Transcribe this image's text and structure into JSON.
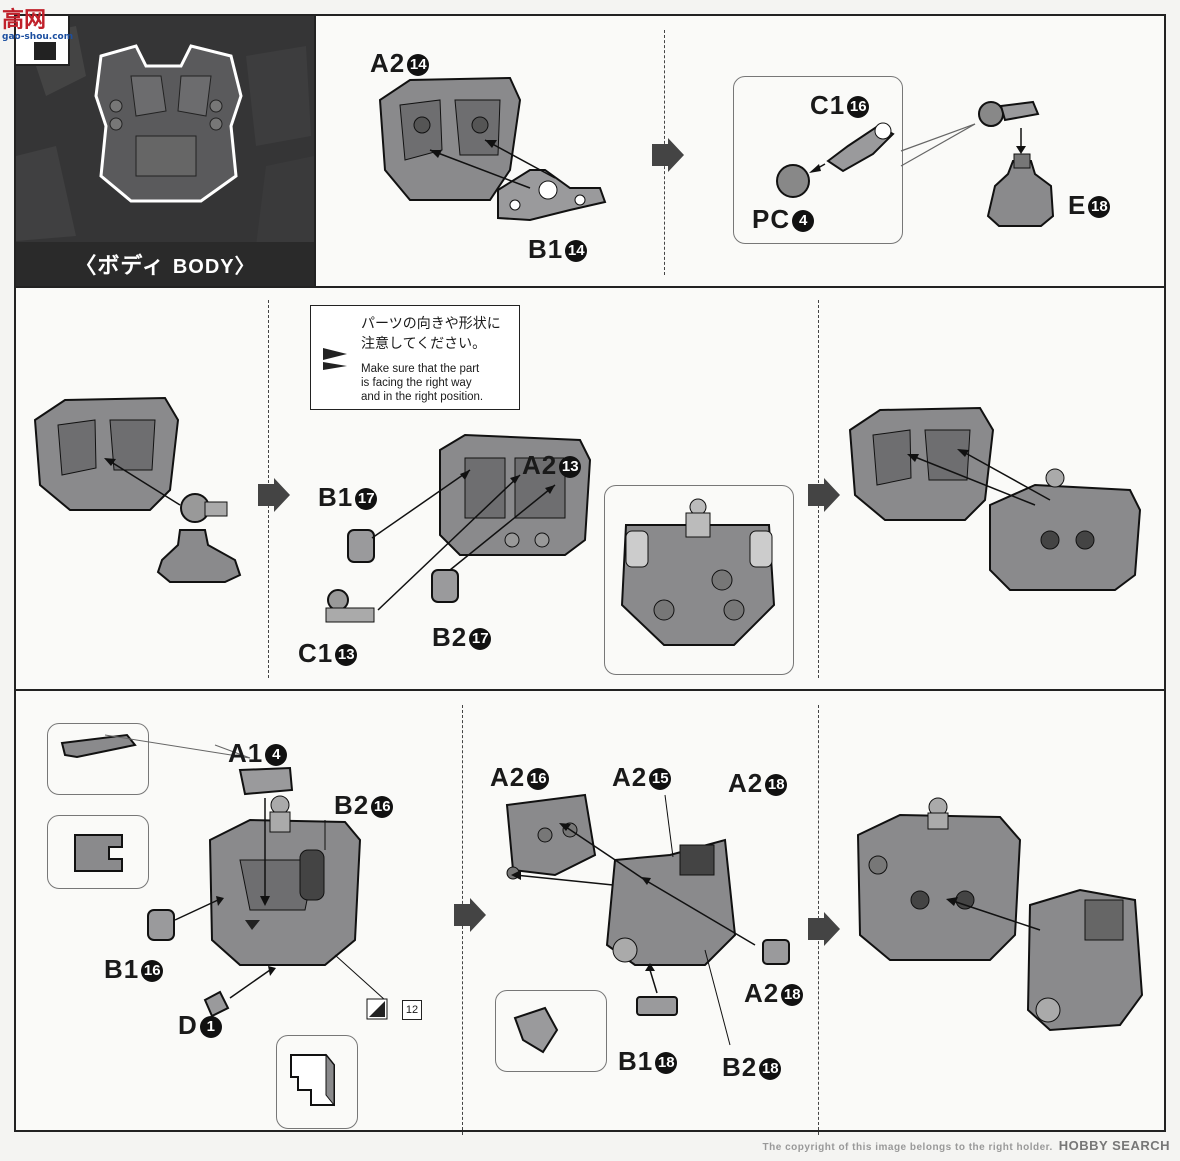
{
  "header": {
    "section_title_jp": "〈ボディ",
    "section_title_en": "BODY〉"
  },
  "note": {
    "jp_line1": "パーツの向きや形状に",
    "jp_line2": "注意してください。",
    "en_line1": "Make sure that the part",
    "en_line2": "is facing the right way",
    "en_line3": "and in the right position."
  },
  "parts": {
    "p1": {
      "code": "A2",
      "num": "14"
    },
    "p2": {
      "code": "B1",
      "num": "14"
    },
    "p3": {
      "code": "C1",
      "num": "16"
    },
    "p4": {
      "code": "PC",
      "num": "4"
    },
    "p5": {
      "code": "E",
      "num": "18"
    },
    "p6": {
      "code": "A2",
      "num": "13"
    },
    "p7": {
      "code": "B1",
      "num": "17"
    },
    "p8": {
      "code": "C1",
      "num": "13"
    },
    "p9": {
      "code": "B2",
      "num": "17"
    },
    "p10": {
      "code": "A1",
      "num": "4"
    },
    "p11": {
      "code": "B2",
      "num": "16"
    },
    "p12": {
      "code": "B1",
      "num": "16"
    },
    "p13": {
      "code": "D",
      "num": "1"
    },
    "p14": {
      "code": "A2",
      "num": "16"
    },
    "p15": {
      "code": "A2",
      "num": "15"
    },
    "p16": {
      "code": "A2",
      "num": "18"
    },
    "p17": {
      "code": "A2",
      "num": "18"
    },
    "p18": {
      "code": "B1",
      "num": "18"
    },
    "p19": {
      "code": "B2",
      "num": "18"
    }
  },
  "sticker_ref": "12",
  "watermarks": {
    "top_brand": "高",
    "top_brand2": "网",
    "top_url": "gao-shou.com",
    "bottom_mark": "The copyright of this image belongs to the right holder.",
    "bottom_brand": "HOBBY SEARCH"
  }
}
